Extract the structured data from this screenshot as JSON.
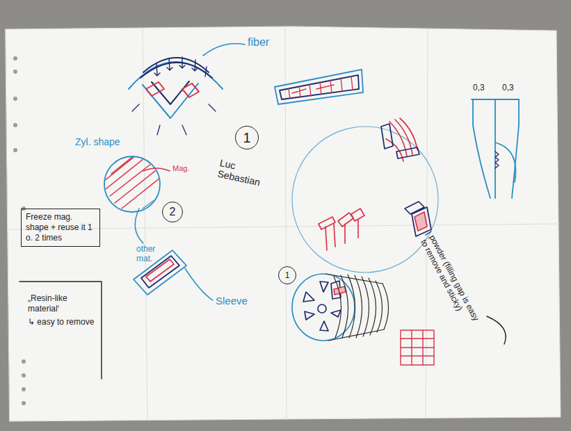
{
  "diagram": {
    "nodes": [
      {
        "text": [
          "1"
        ]
      },
      {
        "text": [
          "2"
        ]
      },
      {
        "text": [
          "1"
        ]
      },
      {
        "text": [
          "Freeze mag. shape + reuse it 1 o. 2 times"
        ]
      },
      {
        "text": [
          "„Resin-like material‘",
          "↳ easy to remove"
        ]
      }
    ],
    "labels": [
      "fiber",
      "Luc Sebastian",
      "Zyl. shape",
      "Mag.",
      "other mat.",
      "Sleeve",
      "0,3",
      "0,3",
      "powder (filling gap is easy to remove and sticky)"
    ]
  }
}
